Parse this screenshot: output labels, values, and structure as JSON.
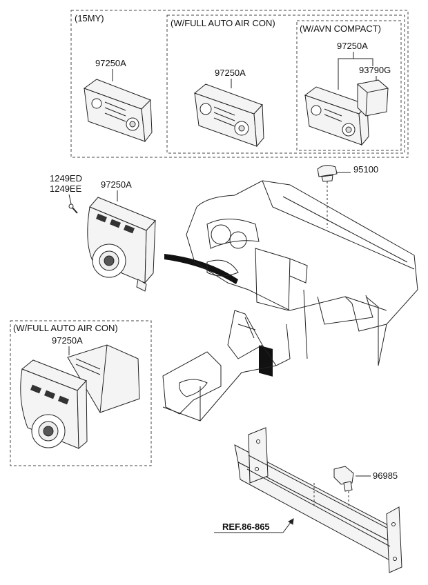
{
  "groups": {
    "my15": "(15MY)",
    "full_auto_top": "(W/FULL AUTO AIR CON)",
    "avn_compact": "(W/AVN COMPACT)",
    "full_auto_bottom": "(W/FULL AUTO AIR CON)"
  },
  "parts": {
    "p1": "97250A",
    "p2": "97250A",
    "p3": "97250A",
    "p4": "93790G",
    "p5": "95100",
    "p6a": "1249ED",
    "p6b": "1249EE",
    "p7": "97250A",
    "p8": "97250A",
    "p9": "96985",
    "ref": "REF.86-865"
  }
}
